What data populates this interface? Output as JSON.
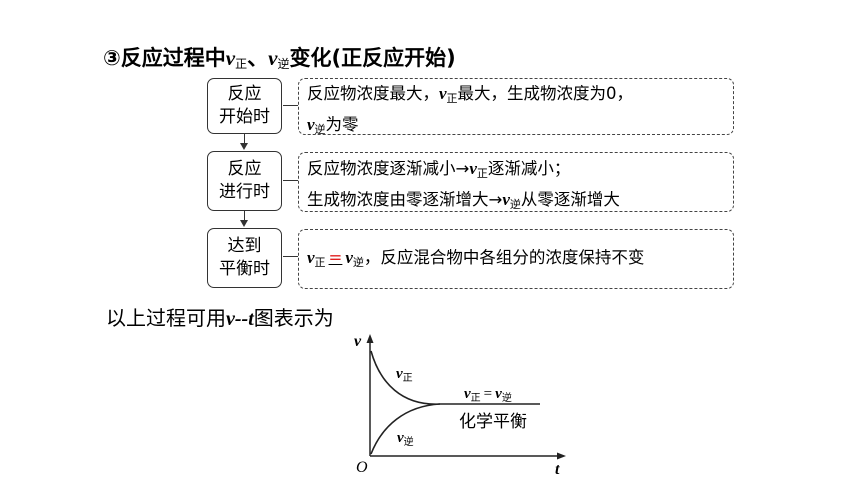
{
  "heading": {
    "prefix": "③反应过程中",
    "v": "v",
    "sub_forward": "正",
    "sep": "、",
    "sub_reverse": "逆",
    "suffix": "变化(正反应开始)"
  },
  "stages": [
    {
      "label_line1": "反应",
      "label_line2": "开始时",
      "desc": {
        "t1": "反应物浓度最大，",
        "v1": "v",
        "s1": "正",
        "t2": "最大，生成物浓度为0，",
        "v2": "v",
        "s2": "逆",
        "t3": "为零"
      }
    },
    {
      "label_line1": "反应",
      "label_line2": "进行时",
      "desc": {
        "line1_text": "反应物浓度逐渐减小",
        "arrow1": "→",
        "v1": "v",
        "s1": "正",
        "line1_end": "逐渐减小；",
        "line2_text": "生成物浓度由零逐渐增大",
        "arrow2": "→",
        "v2": "v",
        "s2": "逆",
        "line2_end": "从零逐渐增大"
      }
    },
    {
      "label_line1": "达到",
      "label_line2": "平衡时",
      "desc": {
        "v1": "v",
        "s1": "正",
        "eq": "=",
        "v2": "v",
        "s2": "逆",
        "text": "，反应混合物中各组分的浓度保持不变"
      }
    }
  ],
  "caption": {
    "prefix": "以上过程可用",
    "vt": "v--t",
    "suffix": "图表示为"
  },
  "chart_data": {
    "type": "line",
    "xlabel": "t",
    "ylabel": "v",
    "origin_label": "O",
    "series": [
      {
        "name": "v正",
        "label_v": "v",
        "label_sub": "正",
        "trend": "decreasing to equilibrium"
      },
      {
        "name": "v逆",
        "label_v": "v",
        "label_sub": "逆",
        "trend": "increasing from zero to equilibrium"
      }
    ],
    "equilibrium_label": {
      "v1": "v",
      "s1": "正",
      "eq": "=",
      "v2": "v",
      "s2": "逆"
    },
    "equilibrium_text": "化学平衡"
  }
}
